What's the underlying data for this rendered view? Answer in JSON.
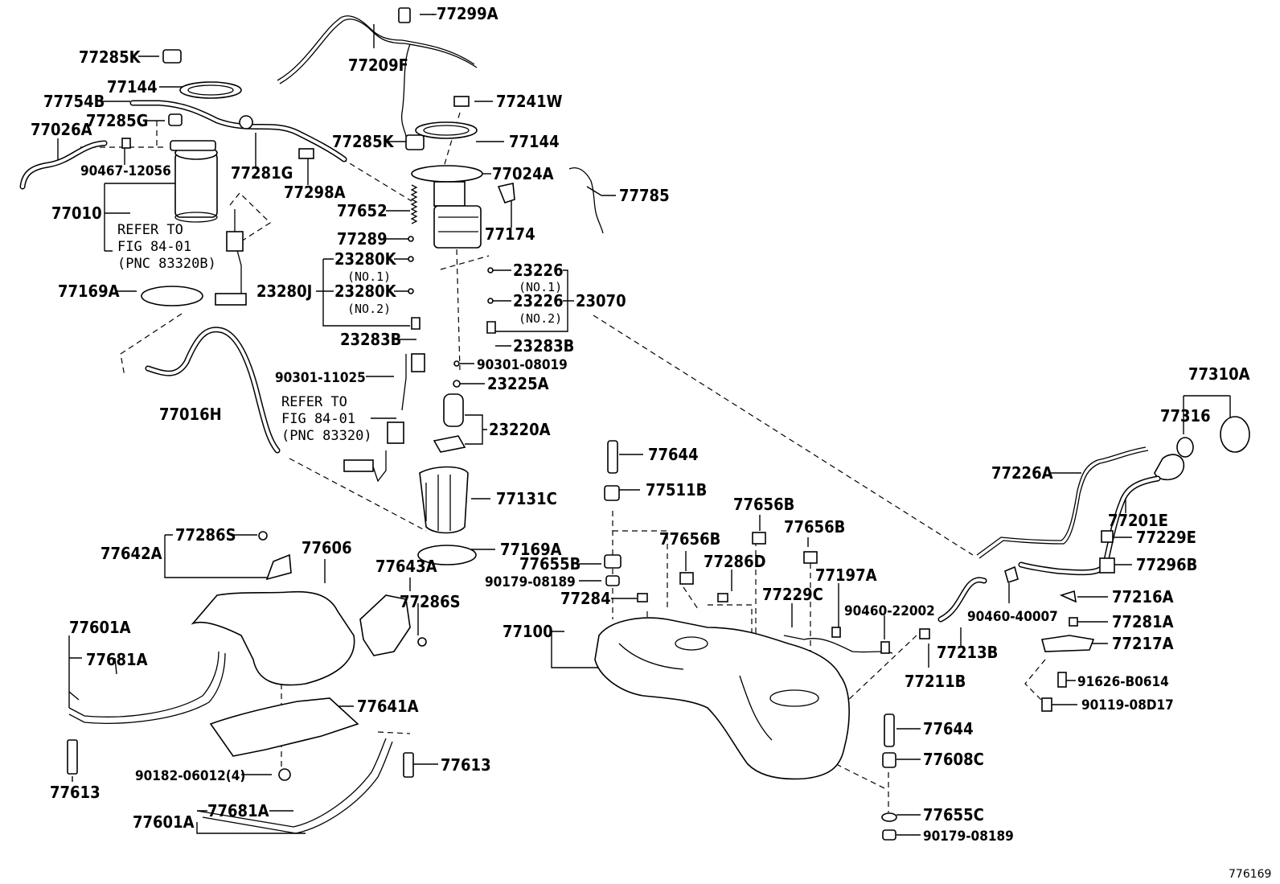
{
  "diagram": {
    "ref_number": "776169",
    "notes": {
      "note1": [
        "REFER TO",
        "FIG 84-01",
        "(PNC 83320B)"
      ],
      "note2": [
        "REFER TO",
        "FIG 84-01",
        "(PNC 83320)"
      ]
    },
    "labels": {
      "l77299A": "77299A",
      "l77209F": "77209F",
      "l77285K_a": "77285K",
      "l77144_a": "77144",
      "l77754B": "77754B",
      "l77285G": "77285G",
      "l77026A": "77026A",
      "l90467": "90467-12056",
      "l77281G": "77281G",
      "l77298A": "77298A",
      "l77010": "77010",
      "l77241W": "77241W",
      "l77285K_b": "77285K",
      "l77144_b": "77144",
      "l77024A": "77024A",
      "l77785": "77785",
      "l77652": "77652",
      "l77174": "77174",
      "l77289": "77289",
      "l23280K_a": "23280K",
      "l23280K_b": "23280K",
      "l23280J": "23280J",
      "l23226_a": "23226",
      "l23226_b": "23226",
      "l23070": "23070",
      "l77169A_a": "77169A",
      "l23283B_a": "23283B",
      "l23283B_b": "23283B",
      "l90301_11025": "90301-11025",
      "l90301_08019": "90301-08019",
      "l23225A": "23225A",
      "l23220A": "23220A",
      "l77016H": "77016H",
      "l77644_a": "77644",
      "l77511B": "77511B",
      "l77131C": "77131C",
      "l77169A_b": "77169A",
      "l77310A": "77310A",
      "l77316": "77316",
      "l77226A": "77226A",
      "l77201E": "77201E",
      "l77229E": "77229E",
      "l77296B": "77296B",
      "l77642A": "77642A",
      "l77286S_a": "77286S",
      "l77606": "77606",
      "l77643A": "77643A",
      "l77286S_b": "77286S",
      "l77656B_a": "77656B",
      "l77656B_b": "77656B",
      "l77656B_c": "77656B",
      "l77286D": "77286D",
      "l77197A": "77197A",
      "l77655B": "77655B",
      "l90179_a": "90179-08189",
      "l77284": "77284",
      "l77229C": "77229C",
      "l90460_22002": "90460-22002",
      "l90460_40007": "90460-40007",
      "l77216A": "77216A",
      "l77281A": "77281A",
      "l77217A": "77217A",
      "l77100": "77100",
      "l77213B": "77213B",
      "l77211B": "77211B",
      "l91626": "91626-B0614",
      "l90119": "90119-08D17",
      "l77601A_a": "77601A",
      "l77681A_a": "77681A",
      "l77641A": "77641A",
      "l77644_b": "77644",
      "l77608C": "77608C",
      "l90182": "90182-06012(4)",
      "l77613_a": "77613",
      "l77613_b": "77613",
      "l77601A_b": "77601A",
      "l77681A_b": "77681A",
      "l77655C": "77655C",
      "l90179_b": "90179-08189"
    },
    "sublabels": {
      "no1_a": "(NO.1)",
      "no2_a": "(NO.2)",
      "no1_b": "(NO.1)",
      "no2_b": "(NO.2)"
    }
  }
}
